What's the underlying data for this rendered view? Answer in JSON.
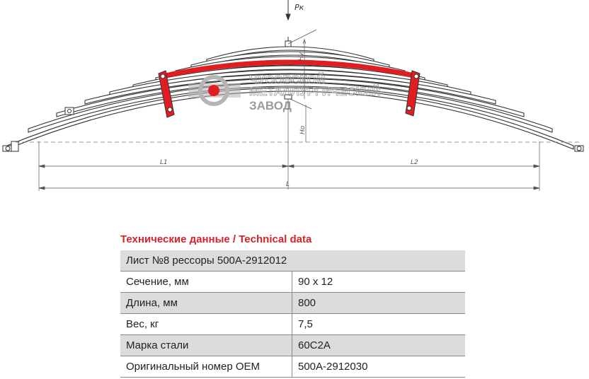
{
  "drawing": {
    "force_label": "Pк",
    "hv_label": "Hv",
    "ho_label": "Ho",
    "l1_label": "L1",
    "l2_label": "L2",
    "l_label": "L",
    "watermark": {
      "line1": "ЧУСОВСКОЙ",
      "line2": "МЕТАЛЛУРГИЧЕСКИЙ",
      "line3": "ЗАВОД"
    },
    "colors": {
      "highlight_leaf": "#e11d22",
      "line": "#333333",
      "watermark": "#9a9a9a",
      "watermark_dot": "#e11d22"
    }
  },
  "specs": {
    "title": "Технические данные / Technical data",
    "header": "Лист №8 рессоры 500А-2912012",
    "rows": [
      {
        "label": "Сечение, мм",
        "value": "90 х 12"
      },
      {
        "label": "Длина, мм",
        "value": "800"
      },
      {
        "label": "Вес, кг",
        "value": "7,5"
      },
      {
        "label": "Марка стали",
        "value": "60С2А"
      },
      {
        "label": "Оригинальный номер OEM",
        "value": "500А-2912030"
      }
    ]
  }
}
